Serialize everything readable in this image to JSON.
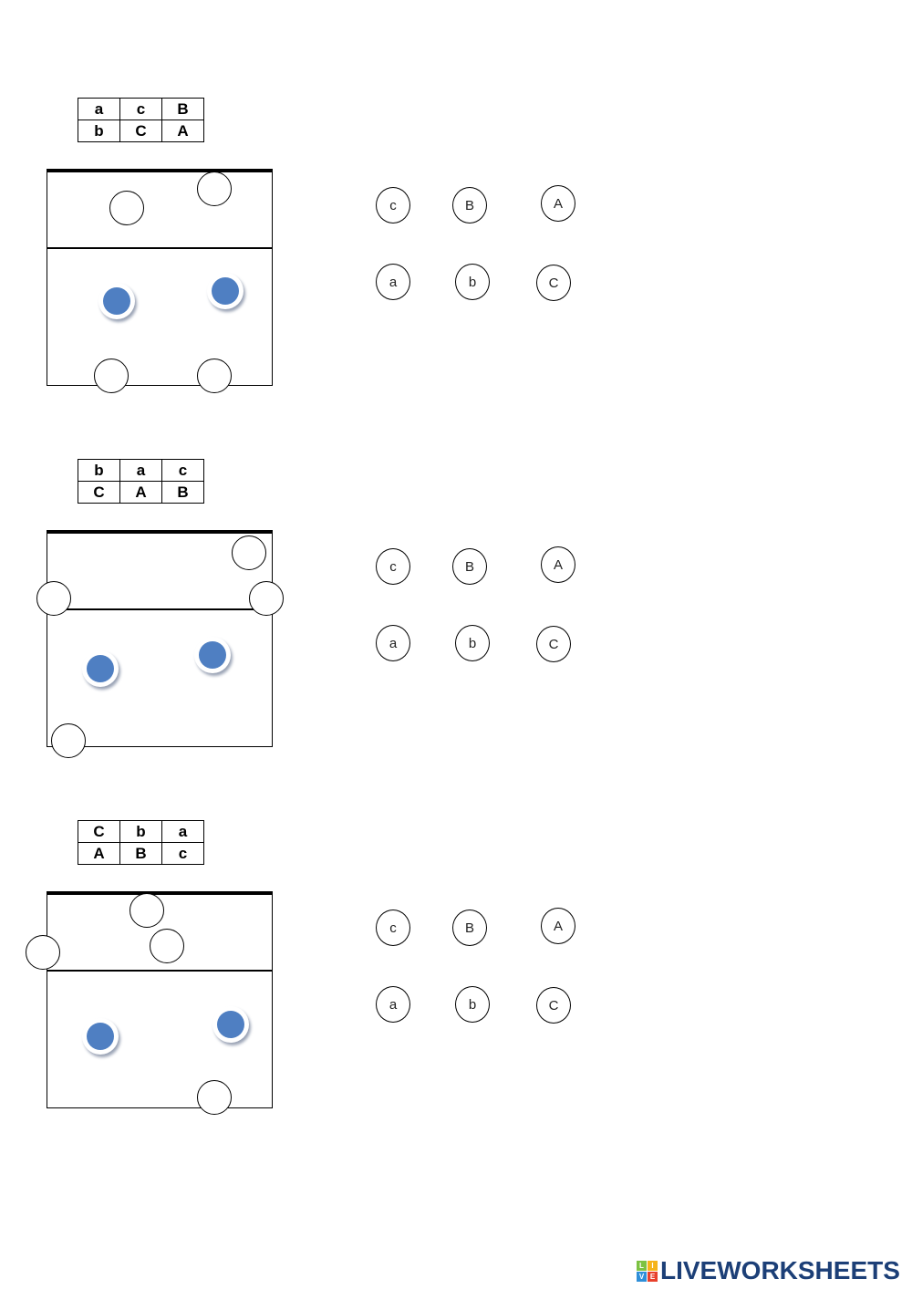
{
  "exercises": [
    {
      "key": [
        [
          "a",
          "c",
          "B"
        ],
        [
          "b",
          "C",
          "A"
        ]
      ],
      "answers": [
        [
          "c",
          "B",
          "A"
        ],
        [
          "a",
          "b",
          "C"
        ]
      ]
    },
    {
      "key": [
        [
          "b",
          "a",
          "c"
        ],
        [
          "C",
          "A",
          "B"
        ]
      ],
      "answers": [
        [
          "c",
          "B",
          "A"
        ],
        [
          "a",
          "b",
          "C"
        ]
      ]
    },
    {
      "key": [
        [
          "C",
          "b",
          "a"
        ],
        [
          "A",
          "B",
          "c"
        ]
      ],
      "answers": [
        [
          "c",
          "B",
          "A"
        ],
        [
          "a",
          "b",
          "C"
        ]
      ]
    }
  ],
  "logo": {
    "text": "LIVEWORKSHEETS",
    "icon_letters": [
      "L",
      "I",
      "V",
      "E"
    ],
    "colors": {
      "brand": "#1c3f77",
      "player": "#4f7fc2"
    }
  }
}
